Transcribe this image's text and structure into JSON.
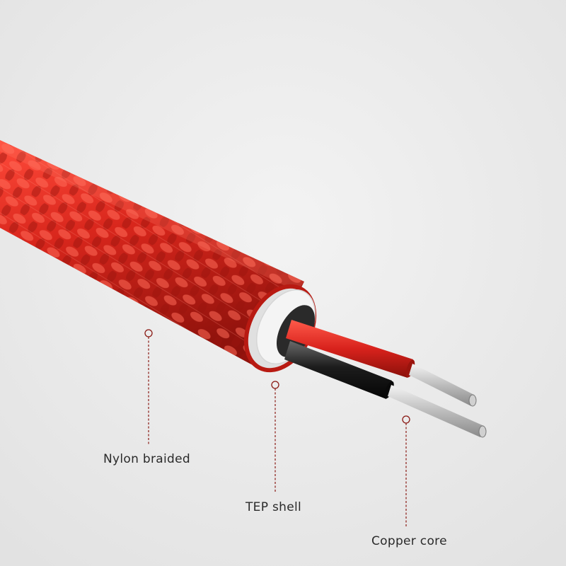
{
  "callouts": {
    "nylon": "Nylon braided",
    "tep": "TEP shell",
    "copper": "Copper core"
  },
  "colors": {
    "background": "#ececec",
    "braid": "#d8261c",
    "shell": "#f2f2f2",
    "red_wire": "#d8221c",
    "black_wire": "#1c1c1c",
    "copper_strands": "#c9c9c9",
    "leader_line": "#8a1a14"
  }
}
